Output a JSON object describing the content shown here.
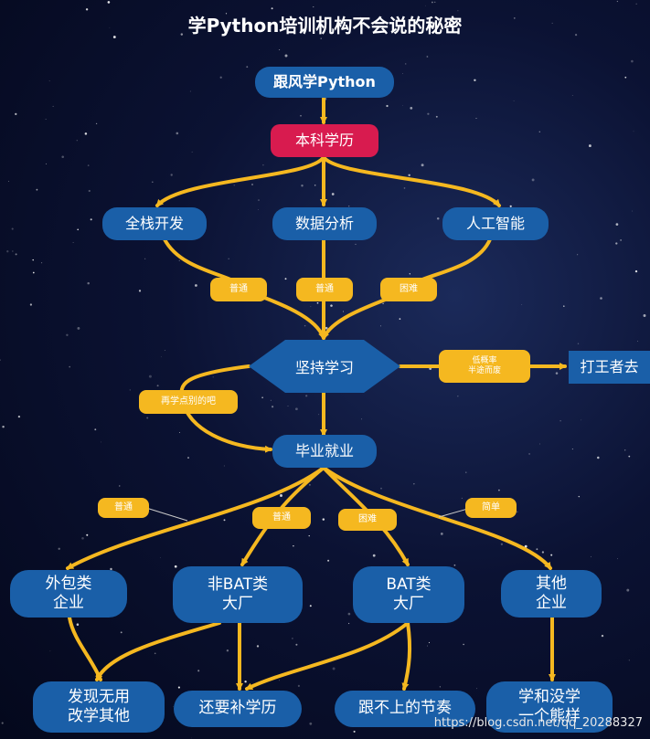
{
  "title": "学Python培训机构不会说的秘密",
  "nodes": {
    "start": "跟风学Python",
    "degree": "本科学历",
    "fullstack": "全栈开发",
    "data_analysis": "数据分析",
    "ai": "人工智能",
    "persist": "坚持学习",
    "game": "打王者去",
    "graduate": "毕业就业",
    "outsourcing": [
      "外包类",
      "企业"
    ],
    "non_bat": [
      "非BAT类",
      "大厂"
    ],
    "bat": [
      "BAT类",
      "大厂"
    ],
    "other": [
      "其他",
      "企业"
    ],
    "useless": [
      "发现无用",
      "改学其他"
    ],
    "need_degree": "还要补学历",
    "cant_keep_up": "跟不上的节奏",
    "same": [
      "学和没学",
      "一个熊样"
    ]
  },
  "tags": {
    "fullstack": "普通",
    "data_analysis": "普通",
    "ai": "困难",
    "quit": [
      "低概率",
      "半途而废"
    ],
    "learn_other": "再学点别的吧",
    "outsourcing": "普通",
    "non_bat": "普通",
    "bat": "困难",
    "other": "简单"
  },
  "colors": {
    "node": "#1a5fa8",
    "node_highlight": "#d81b4f",
    "tag": "#f5b820",
    "arrow": "#f5b820",
    "background": "#0b1233"
  },
  "watermark": "https://blog.csdn.net/qq_20288327"
}
